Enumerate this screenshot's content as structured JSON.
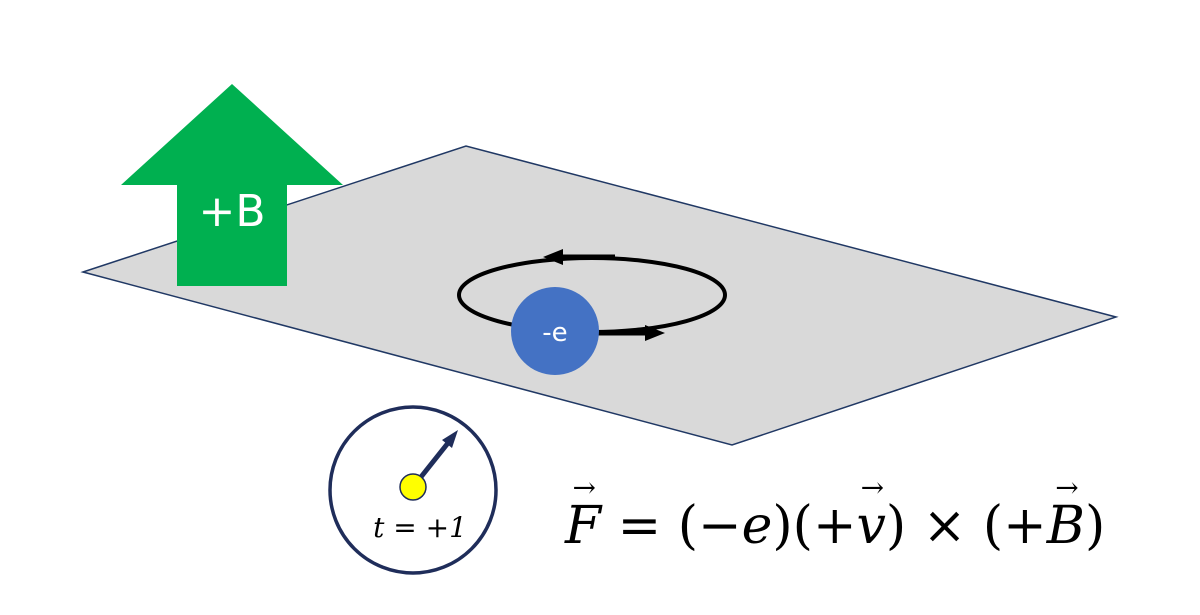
{
  "colors": {
    "plane_fill": "#d9d9d9",
    "plane_stroke": "#203864",
    "b_arrow": "#00b050",
    "electron": "#4472c4",
    "clock_stroke": "#1f2d5a",
    "clock_pivot": "#ffff00",
    "orbit": "#000000"
  },
  "field": {
    "label": "+B"
  },
  "electron": {
    "label": "-e"
  },
  "clock": {
    "label": "t = +1"
  },
  "equation": {
    "force": "F",
    "equals": "=",
    "charge": "(−e)",
    "velocity_open": "(+",
    "velocity": "v",
    "velocity_close": ")",
    "cross": "×",
    "field_open": "(+",
    "field": "B",
    "field_close": ")",
    "arrow": "⃗"
  }
}
